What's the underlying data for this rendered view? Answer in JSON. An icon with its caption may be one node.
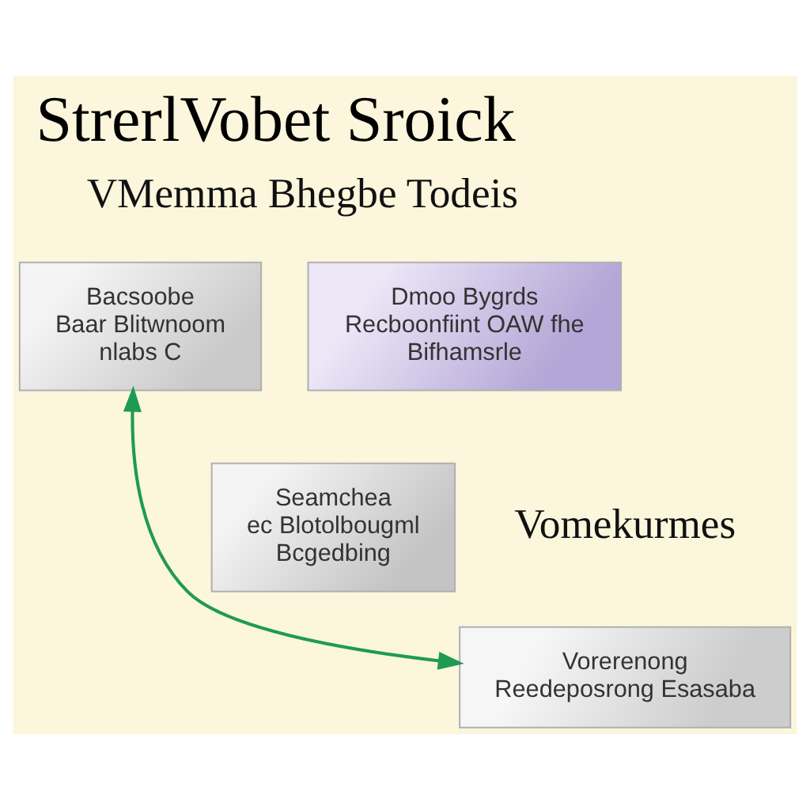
{
  "diagram": {
    "title": "StrerlVobet Sroick",
    "nodes": [
      {
        "text": [
          "Bacsoobe Baar Blitwnoom nlabs C"
        ]
      },
      {
        "text": [
          "Dmoo Bygrds Recboonfiint OAW fhe Bifhamsrle"
        ]
      },
      {
        "text": [
          "Seamchea ec Blotolbougml Bcgedbing"
        ]
      },
      {
        "text": [
          "Vorerenong Reedeposrong Esasaba"
        ]
      }
    ],
    "edges": [
      {
        "from": 0,
        "to": 3,
        "arrow": "both",
        "color": "#1f9a55"
      }
    ],
    "labels": [
      "VMemma Bhegbe Todeis",
      "Vomekurmes"
    ]
  }
}
